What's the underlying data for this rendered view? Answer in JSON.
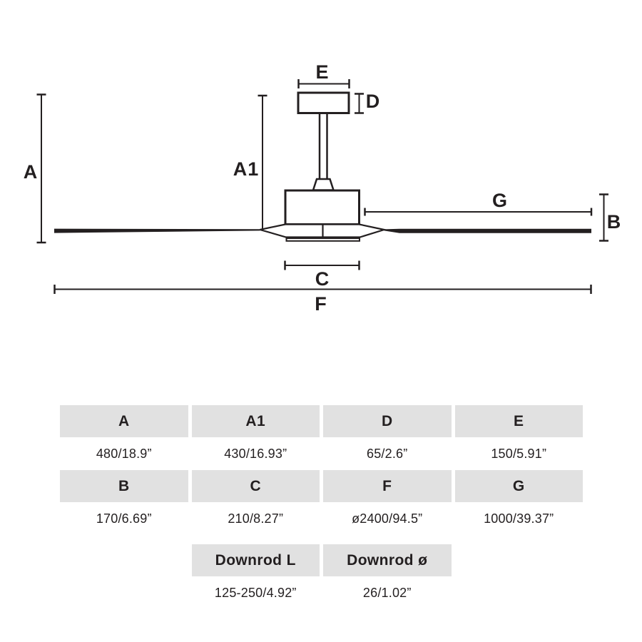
{
  "diagram": {
    "labels": {
      "a": "A",
      "a1": "A1",
      "b": "B",
      "c": "C",
      "d": "D",
      "e": "E",
      "f": "F",
      "g": "G"
    }
  },
  "table": {
    "sections": [
      {
        "headers": [
          "A",
          "A1",
          "D",
          "E"
        ],
        "values": [
          "480/18.9”",
          "430/16.93”",
          "65/2.6”",
          "150/5.91”"
        ]
      },
      {
        "headers": [
          "B",
          "C",
          "F",
          "G"
        ],
        "values": [
          "170/6.69”",
          "210/8.27”",
          "ø2400/94.5”",
          "1000/39.37”"
        ]
      },
      {
        "headers": [
          "Downrod L",
          "Downrod ø"
        ],
        "values": [
          "125-250/4.92”",
          "26/1.02”"
        ]
      }
    ]
  },
  "colors": {
    "ink": "#231f20",
    "table_header_bg": "#e1e1e1",
    "bg": "#ffffff"
  }
}
